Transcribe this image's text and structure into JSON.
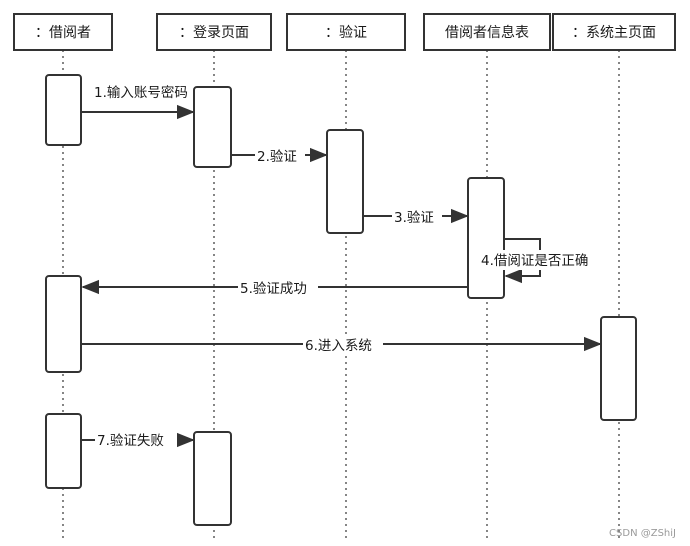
{
  "participants": [
    {
      "id": "borrower",
      "label": "：借阅者"
    },
    {
      "id": "login",
      "label": "：登录页面"
    },
    {
      "id": "verify",
      "label": "：验证"
    },
    {
      "id": "info",
      "label": "借阅者信息表"
    },
    {
      "id": "main",
      "label": "：系统主页面"
    }
  ],
  "messages": [
    {
      "id": "m1",
      "label": "1.输入账号密码"
    },
    {
      "id": "m2",
      "label": "2.验证"
    },
    {
      "id": "m3",
      "label": "3.验证"
    },
    {
      "id": "m4",
      "label": "4.借阅证是否正确"
    },
    {
      "id": "m5",
      "label": "5.验证成功"
    },
    {
      "id": "m6",
      "label": "6.进入系统"
    },
    {
      "id": "m7",
      "label": "7.验证失败"
    }
  ],
  "watermark": "CSDN @ZShiJ"
}
